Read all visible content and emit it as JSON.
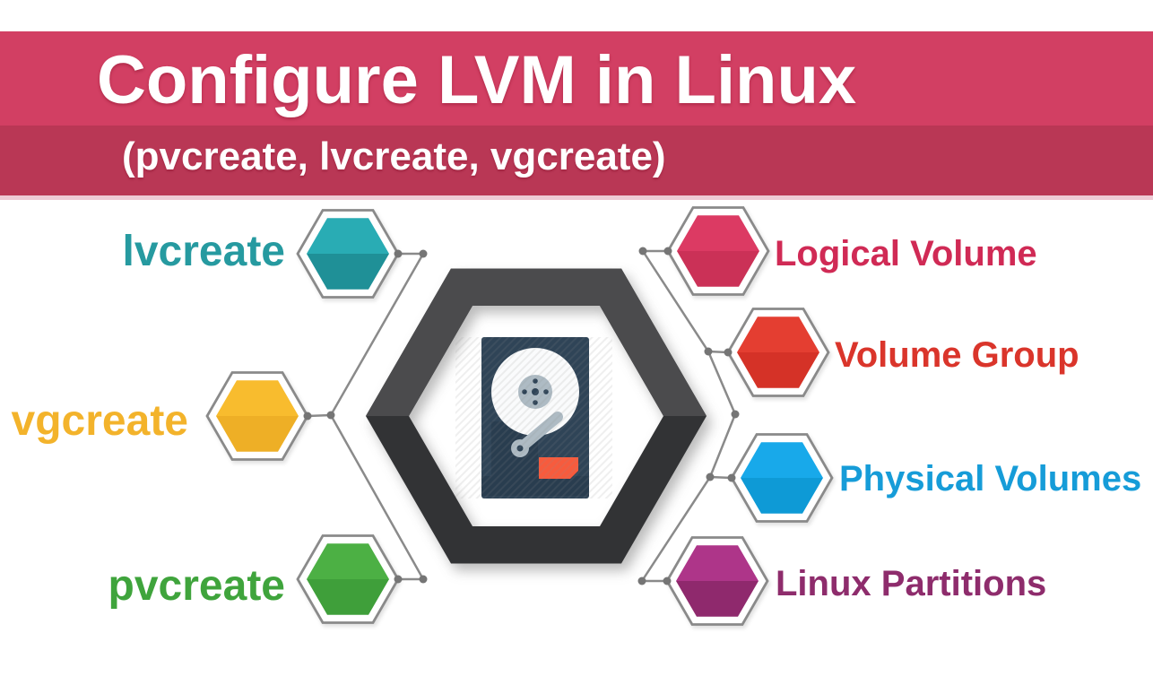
{
  "header": {
    "title": "Configure LVM in Linux",
    "subtitle": "(pvcreate, lvcreate, vgcreate)",
    "band_color": "#d23f63",
    "subband_color": "#b93755",
    "strip_color": "#eecad5",
    "text_color": "#ffffff"
  },
  "left_nodes": [
    {
      "label": "lvcreate",
      "label_color": "#269aa0",
      "hex_top": "#29acb4",
      "hex_bottom": "#1f9097"
    },
    {
      "label": "vgcreate",
      "label_color": "#f3b32b",
      "hex_top": "#f8bc2e",
      "hex_bottom": "#eeaf26"
    },
    {
      "label": "pvcreate",
      "label_color": "#3fa43c",
      "hex_top": "#4cb044",
      "hex_bottom": "#3f9f3a"
    }
  ],
  "right_nodes": [
    {
      "label": "Logical Volume",
      "label_color": "#d02a55",
      "hex_top": "#dc3a63",
      "hex_bottom": "#cb3157"
    },
    {
      "label": "Volume Group",
      "label_color": "#da352b",
      "hex_top": "#e43e31",
      "hex_bottom": "#d53227"
    },
    {
      "label": "Physical Volumes",
      "label_color": "#169cd8",
      "hex_top": "#18a9ea",
      "hex_bottom": "#0e9ad6"
    },
    {
      "label": "Linux Partitions",
      "label_color": "#8e2c6c",
      "hex_top": "#ae3589",
      "hex_bottom": "#8f296d"
    }
  ],
  "center": {
    "icon": "hard-disk-drive-icon",
    "hex_top": "#4b4b4d",
    "hex_bottom": "#323335",
    "disk_body": "#2f4457",
    "disk_panel": "#293d4f",
    "platter": "#fafbfc",
    "hub": "#aebbc4",
    "chip": "#f75b3d"
  },
  "connector_color": "#8a8a8a"
}
